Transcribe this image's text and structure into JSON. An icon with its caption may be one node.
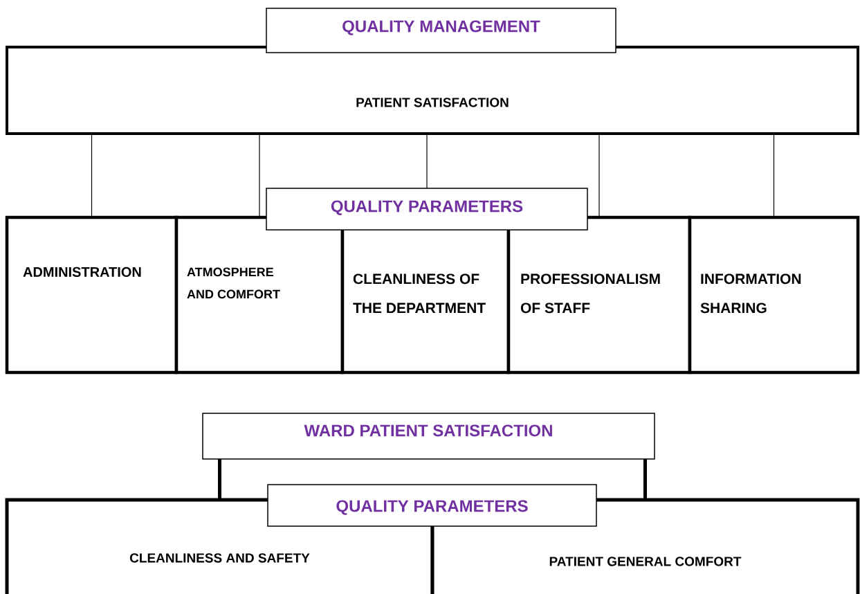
{
  "diagram": {
    "nodes": [
      {
        "text": [
          "QUALITY MANAGEMENT"
        ]
      },
      {
        "text": [
          "PATIENT SATISFACTION"
        ]
      },
      {
        "text": [
          "QUALITY PARAMETERS"
        ]
      },
      {
        "text": [
          "ADMINISTRATION"
        ]
      },
      {
        "text": [
          "ATMOSPHERE AND COMFORT"
        ]
      },
      {
        "text": [
          "CLEANLINESS OF THE DEPARTMENT"
        ]
      },
      {
        "text": [
          "PROFESSIONALISM OF STAFF"
        ]
      },
      {
        "text": [
          "INFORMATION SHARING"
        ]
      },
      {
        "text": [
          "WARD PATIENT SATISFACTION"
        ]
      },
      {
        "text": [
          "QUALITY PARAMETERS"
        ]
      },
      {
        "text": [
          "CLEANLINESS AND SAFETY"
        ]
      },
      {
        "text": [
          "PATIENT GENERAL COMFORT"
        ]
      }
    ],
    "edges": [
      {
        "from": 1,
        "to": 3,
        "arrow": "none"
      },
      {
        "from": 1,
        "to": 4,
        "arrow": "none"
      },
      {
        "from": 1,
        "to": 2,
        "arrow": "none"
      },
      {
        "from": 1,
        "to": 6,
        "arrow": "none"
      },
      {
        "from": 1,
        "to": 7,
        "arrow": "none"
      },
      {
        "from": 8,
        "to": 10,
        "arrow": "none",
        "style": "thick"
      },
      {
        "from": 8,
        "to": 11,
        "arrow": "none",
        "style": "thick"
      }
    ]
  }
}
